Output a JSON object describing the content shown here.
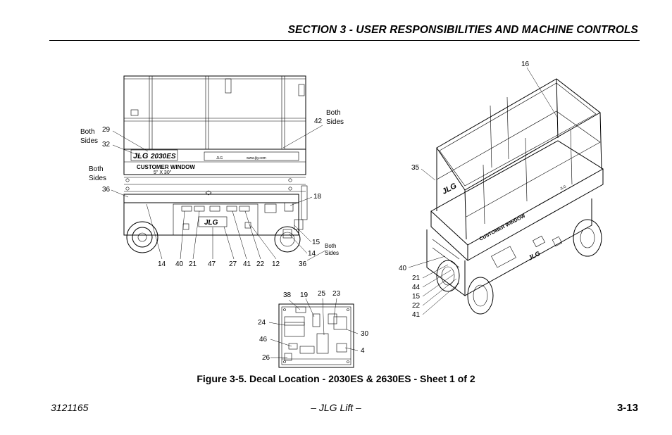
{
  "header": {
    "section_title": "SECTION 3 - USER RESPONSIBILITIES AND MACHINE CONTROLS"
  },
  "figure": {
    "caption": "Figure 3-5. Decal Location - 2030ES & 2630ES - Sheet 1 of 2",
    "side_view": {
      "decal_jlg": "JLG",
      "decal_model": "2030ES",
      "decal_customer": "CUSTOMER WINDOW",
      "decal_size": "5\" X 30\"",
      "decal_brand_small": "JLG",
      "decal_web": "www.jlg.com",
      "callouts": {
        "c29": "29",
        "c32": "32",
        "c36": "36",
        "c42": "42",
        "c18": "18",
        "c15": "15",
        "c14r": "14",
        "c36r": "36",
        "b14": "14",
        "b40": "40",
        "b21": "21",
        "b47": "47",
        "b27": "27",
        "b41": "41",
        "b22": "22",
        "b12": "12"
      },
      "both_sides_left_1": "Both",
      "both_sides_left_2": "Sides",
      "both_sides_left_3": "Both",
      "both_sides_left_4": "Sides",
      "both_sides_top_1": "Both",
      "both_sides_top_2": "Sides",
      "both_sides_small_1": "Both",
      "both_sides_small_2": "Sides"
    },
    "control_box": {
      "callouts": {
        "c38": "38",
        "c19": "19",
        "c25": "25",
        "c23": "23",
        "c24": "24",
        "c46": "46",
        "c26": "26",
        "c30": "30",
        "c4": "4"
      }
    },
    "iso_view": {
      "decal_jlg": "JLG",
      "decal_customer": "CUSTOMER WINDOW",
      "decal_brand_small": "JLG",
      "callouts": {
        "c16": "16",
        "c35": "35",
        "c40": "40",
        "c21": "21",
        "c44": "44",
        "c15": "15",
        "c22": "22",
        "c41": "41"
      }
    }
  },
  "footer": {
    "doc_number": "3121165",
    "center": "– JLG Lift –",
    "page": "3-13"
  }
}
